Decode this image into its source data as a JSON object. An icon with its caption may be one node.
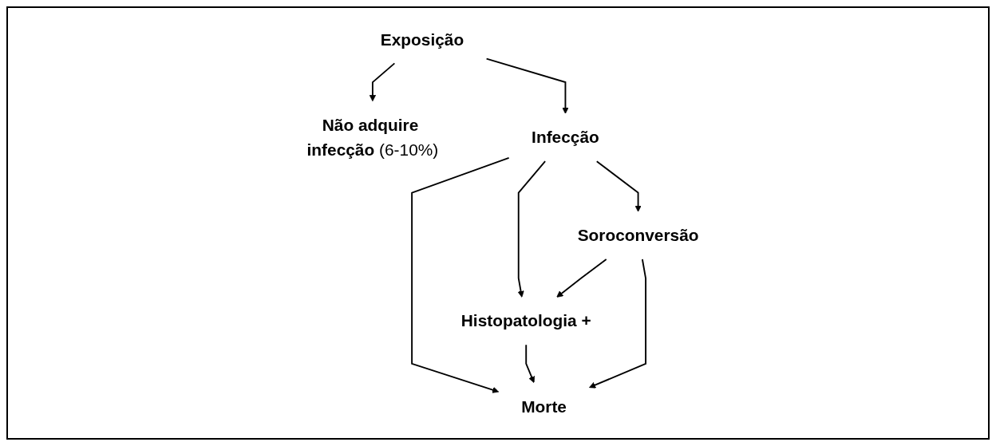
{
  "diagram": {
    "nodes": [
      {
        "text": [
          "Exposição"
        ]
      },
      {
        "text": [
          "Não adquire infecção"
        ],
        "beside": [
          "(6-10%)"
        ]
      },
      {
        "text": [
          "Morte"
        ]
      },
      {
        "text": [
          "Infecção"
        ]
      },
      {
        "text": [
          "Histopatologia +"
        ]
      },
      {
        "text": [
          "Soroconversão"
        ]
      }
    ],
    "edges": [
      {
        "from": 0,
        "to": 1,
        "arrow": "to"
      },
      {
        "from": 0,
        "to": 3,
        "arrow": "to"
      },
      {
        "from": 3,
        "to": 2,
        "arrow": "to"
      },
      {
        "from": 3,
        "to": 4,
        "arrow": "to"
      },
      {
        "from": 3,
        "to": 5,
        "arrow": "to"
      },
      {
        "from": 5,
        "to": 4,
        "arrow": "to"
      },
      {
        "from": 5,
        "to": 2,
        "arrow": "to"
      },
      {
        "from": 4,
        "to": 2,
        "arrow": "to"
      }
    ]
  }
}
